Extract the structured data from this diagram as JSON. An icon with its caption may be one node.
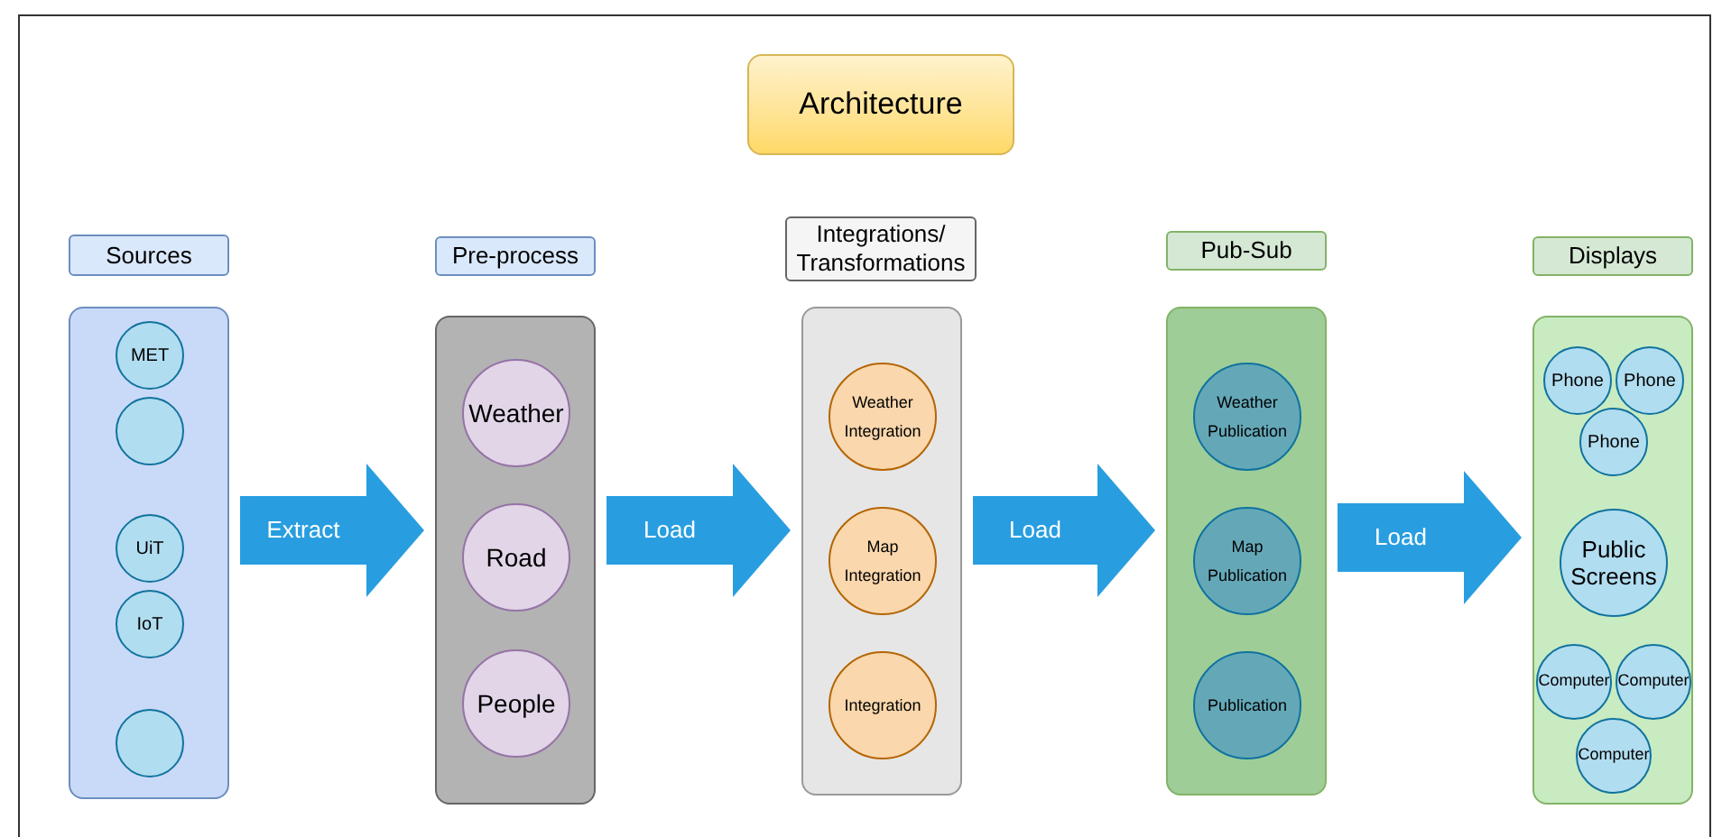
{
  "diagram": {
    "title": "Architecture",
    "nodes": [
      {
        "text": [
          "Sources"
        ]
      },
      {
        "text": [],
        "shape": "box"
      },
      {
        "text": [
          "MET"
        ],
        "in": 1
      },
      {
        "text": [],
        "shape": "circle",
        "in": 1
      },
      {
        "text": [
          "UiT"
        ],
        "in": 1
      },
      {
        "text": [
          "IoT"
        ],
        "in": 1
      },
      {
        "text": [],
        "shape": "circle",
        "in": 1
      },
      {
        "text": [
          "Pre-process"
        ]
      },
      {
        "text": [],
        "shape": "box"
      },
      {
        "text": [
          "Weather"
        ],
        "in": 8
      },
      {
        "text": [
          "Road"
        ],
        "in": 8
      },
      {
        "text": [
          "People"
        ],
        "in": 8
      },
      {
        "text": [
          "Integrations/ Transformations"
        ]
      },
      {
        "text": [],
        "shape": "box"
      },
      {
        "text": [
          "Weather Integration"
        ],
        "in": 13
      },
      {
        "text": [
          "Map Integration"
        ],
        "in": 13
      },
      {
        "text": [
          "Integration"
        ],
        "in": 13
      },
      {
        "text": [
          "Pub-Sub"
        ]
      },
      {
        "text": [],
        "shape": "box"
      },
      {
        "text": [
          "Weather Publication"
        ],
        "in": 18
      },
      {
        "text": [
          "Map Publication"
        ],
        "in": 18
      },
      {
        "text": [
          "Publication"
        ],
        "in": 18
      },
      {
        "text": [
          "Displays"
        ]
      },
      {
        "text": [],
        "shape": "box"
      },
      {
        "text": [
          "Phone"
        ],
        "in": 23
      },
      {
        "text": [
          "Phone"
        ],
        "in": 23
      },
      {
        "text": [
          "Phone"
        ],
        "in": 23
      },
      {
        "text": [
          "Public Screens"
        ],
        "in": 23
      },
      {
        "text": [
          "Computer"
        ],
        "in": 23
      },
      {
        "text": [
          "Computer"
        ],
        "in": 23
      },
      {
        "text": [
          "Computer"
        ],
        "in": 23
      }
    ],
    "edges": [
      {
        "from": 1,
        "to": 8,
        "arrow": "to",
        "label": "Extract"
      },
      {
        "from": 8,
        "to": 13,
        "arrow": "to",
        "label": "Load"
      },
      {
        "from": 13,
        "to": 18,
        "arrow": "to",
        "label": "Load"
      },
      {
        "from": 18,
        "to": 23,
        "arrow": "to",
        "label": "Load"
      }
    ]
  }
}
